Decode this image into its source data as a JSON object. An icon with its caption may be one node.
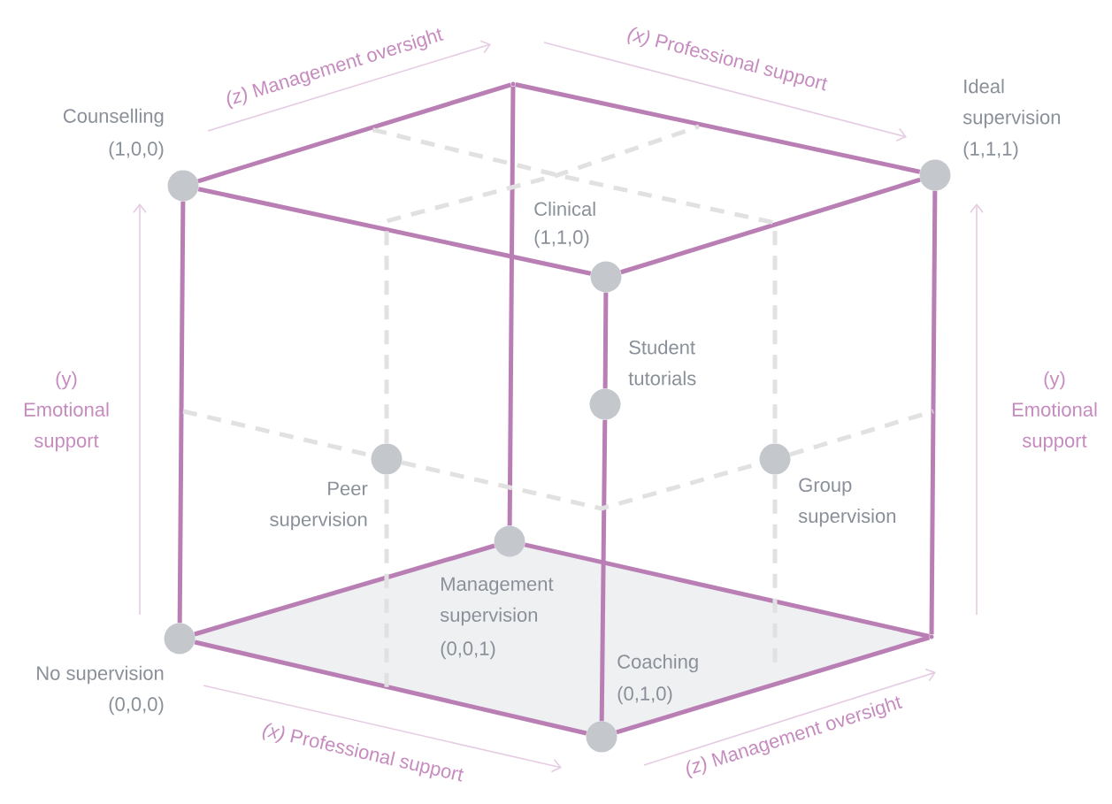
{
  "diagram": {
    "nodes": [
      {
        "text": [],
        "shape": "circle",
        "beside": [
          "No supervision",
          "(0,0,0)"
        ]
      },
      {
        "text": [],
        "shape": "circle",
        "beside": [
          "Counselling",
          "(1,0,0)"
        ]
      },
      {
        "text": [],
        "shape": "circle",
        "beside": [
          "Management supervision",
          "(0,0,1)"
        ]
      },
      {
        "text": [],
        "shape": "circle",
        "beside": [
          "Clinical",
          "(1,1,0)"
        ]
      },
      {
        "text": [],
        "shape": "circle",
        "beside": [
          "Student tutorials"
        ]
      },
      {
        "text": [],
        "shape": "circle",
        "beside": [
          "Peer supervision"
        ]
      },
      {
        "text": [],
        "shape": "circle",
        "beside": [
          "Group supervision"
        ]
      },
      {
        "text": [],
        "shape": "circle",
        "beside": [
          "Coaching",
          "(0,1,0)"
        ]
      },
      {
        "text": [],
        "shape": "circle",
        "beside": [
          "Ideal supervision",
          "(1,1,1)"
        ]
      },
      {
        "text": [],
        "shape": "point"
      },
      {
        "text": [],
        "shape": "point"
      }
    ],
    "edges": [
      {
        "from": 0,
        "to": 1,
        "arrow": "none"
      },
      {
        "from": 1,
        "to": 3,
        "arrow": "none"
      },
      {
        "from": 3,
        "to": 4,
        "arrow": "none"
      },
      {
        "from": 4,
        "to": 7,
        "arrow": "none"
      },
      {
        "from": 0,
        "to": 2,
        "arrow": "none"
      },
      {
        "from": 0,
        "to": 7,
        "arrow": "none"
      },
      {
        "from": 2,
        "to": 9,
        "arrow": "none"
      },
      {
        "from": 7,
        "to": 10,
        "arrow": "none"
      },
      {
        "from": 8,
        "to": 3,
        "arrow": "none"
      },
      {
        "from": 8,
        "to": 10,
        "arrow": "none"
      },
      {
        "from": 2,
        "to": 10,
        "arrow": "none"
      },
      {
        "from": 1,
        "to": 9,
        "arrow": "none"
      },
      {
        "from": 9,
        "to": 8,
        "arrow": "none"
      },
      {
        "from": 5,
        "to": 6,
        "arrow": "none",
        "style": "dashed",
        "color": "#e2e1e1"
      },
      {
        "from": null,
        "to": 5,
        "arrow": "none",
        "style": "dashed",
        "color": "#e2e1e1"
      },
      {
        "from": 6,
        "to": null,
        "arrow": "none",
        "style": "dashed",
        "color": "#e2e1e1"
      },
      {
        "from": 5,
        "to": null,
        "arrow": "none",
        "style": "dashed",
        "color": "#e2e1e1"
      },
      {
        "from": 5,
        "to": null,
        "arrow": "none",
        "style": "dashed",
        "color": "#e2e1e1"
      },
      {
        "from": 6,
        "to": null,
        "arrow": "none",
        "style": "dashed",
        "color": "#e2e1e1"
      },
      {
        "from": 6,
        "to": null,
        "arrow": "none",
        "style": "dashed",
        "color": "#e2e1e1"
      }
    ],
    "labels": [
      "*(z)* Management oversight",
      "*(x)* Professional support",
      "(y) Emotional support",
      "(y) Emotional support",
      "*(x)* Professional support",
      "*(z)* Management oversight"
    ]
  }
}
